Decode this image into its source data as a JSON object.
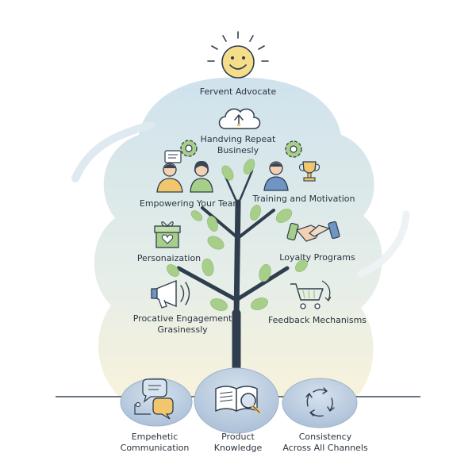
{
  "top": {
    "label": "Fervent Advocate",
    "icon": "smiley-sun-icon"
  },
  "branches": [
    {
      "label_line1": "Handving Repeat",
      "label_line2": "Businesly",
      "icon": "cloud-upload-icon"
    },
    {
      "label": "Empowering Your Team",
      "icon": "team-gear-icon"
    },
    {
      "label": "Training and Motivation",
      "icon": "trophy-gear-icon"
    },
    {
      "label": "Personaization",
      "icon": "gift-heart-icon"
    },
    {
      "label": "Loyalty Programs",
      "icon": "handshake-icon"
    },
    {
      "label_line1": "Procative Engagement",
      "label_line2": "Grasinessly",
      "icon": "megaphone-icon"
    },
    {
      "label": "Feedback Mechanisms",
      "icon": "shopping-cart-icon"
    }
  ],
  "roots": [
    {
      "label_line1": "Empehetic",
      "label_line2": "Communication",
      "icon": "chat-bubbles-icon"
    },
    {
      "label_line1": "Product",
      "label_line2": "Knowledge",
      "icon": "book-magnifier-icon"
    },
    {
      "label_line1": "Consistency",
      "label_line2": "Across All Channels",
      "icon": "cycle-arrows-icon"
    }
  ],
  "colors": {
    "cloud_top": "#cfe2ec",
    "cloud_bottom": "#f7f1d9",
    "trunk": "#2f3e4e",
    "leaf": "#a7cf8a",
    "rock": "#b4c7dc",
    "sun": "#f6dd8a"
  }
}
